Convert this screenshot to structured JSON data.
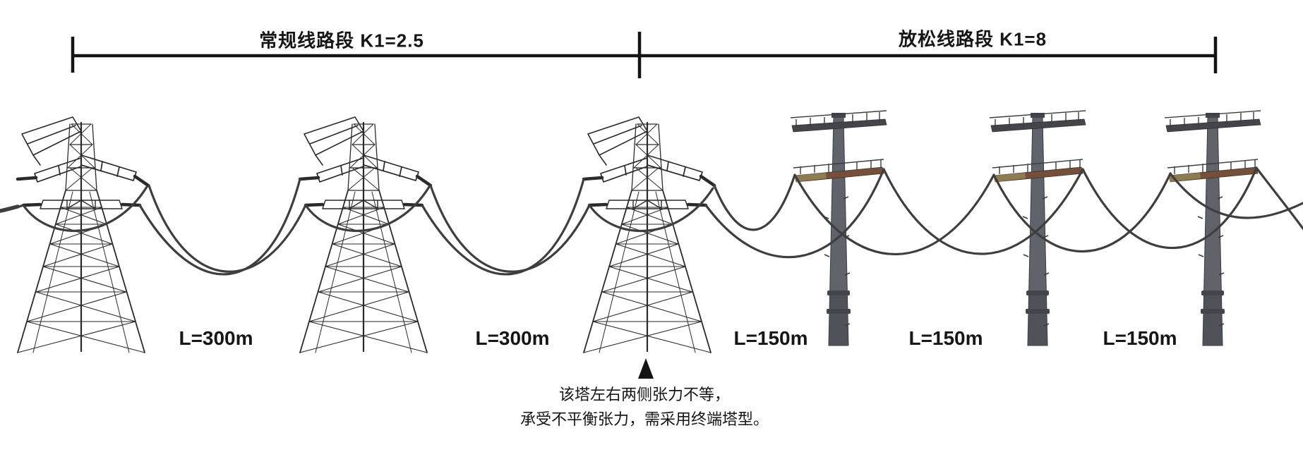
{
  "sections": {
    "regular": {
      "label": "常规线路段 K1=2.5"
    },
    "slack": {
      "label": "放松线路段 K1=8"
    }
  },
  "spans": [
    {
      "label": "L=300m"
    },
    {
      "label": "L=300m"
    },
    {
      "label": "L=150m"
    },
    {
      "label": "L=150m"
    },
    {
      "label": "L=150m"
    }
  ],
  "annotation": {
    "arrow_icon": "up-arrow",
    "line1": "该塔左右两侧张力不等，",
    "line2": "承受不平衡张力，需采用终端塔型。"
  },
  "towers": {
    "lattice_count": 3,
    "pole_count": 3,
    "lattice_type": "lattice-tension-tower",
    "pole_type": "steel-tubular-pole"
  },
  "colors": {
    "ink": "#141414",
    "tower_line": "#2a2a2a",
    "wire": "#3e3e3e",
    "pole_body": "#60636a",
    "pole_dark": "#43454b",
    "crossarm_rust": "#74503c",
    "crossarm_olive": "#8d7c51"
  }
}
